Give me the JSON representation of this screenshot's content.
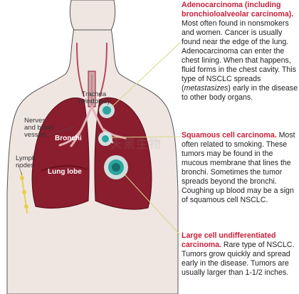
{
  "diagram": {
    "labels": {
      "trachea": [
        "Trachea",
        "(windpipe)"
      ],
      "nerves": [
        "Nerves",
        "and blood",
        "vessels"
      ],
      "bronchi": "Bronchi",
      "lymph": [
        "Lymph",
        "nodes"
      ],
      "lung_lobe": "Lung lobe"
    },
    "watermark": "天景生物",
    "colors": {
      "lung": "#8a1d2e",
      "lung_dark": "#6b0f20",
      "skin": "#efe6e2",
      "outline": "#555555",
      "tumor_outer": "#2aa6a0",
      "tumor_glow": "#d9f2ef",
      "leader": "#d9d68a",
      "lymph": "#e8d14a",
      "heading": "#c8203a"
    }
  },
  "sections": [
    {
      "title": "Adenocarcinoma (including bronchioloalveolar carcinoma).",
      "body_pre": " Most often found in nonsmokers and women. Cancer is usually found near the edge of the lung. Adenocarcinoma can enter the chest lining. When that happens, fluid forms in the chest cavity. This type of NSCLC spreads (",
      "body_em": "metastasizes",
      "body_post": ") early in the disease to other body organs."
    },
    {
      "title": "Squamous cell carcinoma.",
      "body_pre": " Most often related to smoking. These tumors may be found in the mucous membrane that lines the bronchi. Sometimes the tumor spreads beyond the bronchi. Coughing up blood may be a sign of squamous cell NSCLC.",
      "body_em": "",
      "body_post": ""
    },
    {
      "title": "Large cell undifferentiated carcinoma.",
      "body_pre": " Rare type of NSCLC. Tumors grow quickly and spread early in the disease. Tumors are usually larger than 1-1/2 inches.",
      "body_em": "",
      "body_post": ""
    }
  ]
}
